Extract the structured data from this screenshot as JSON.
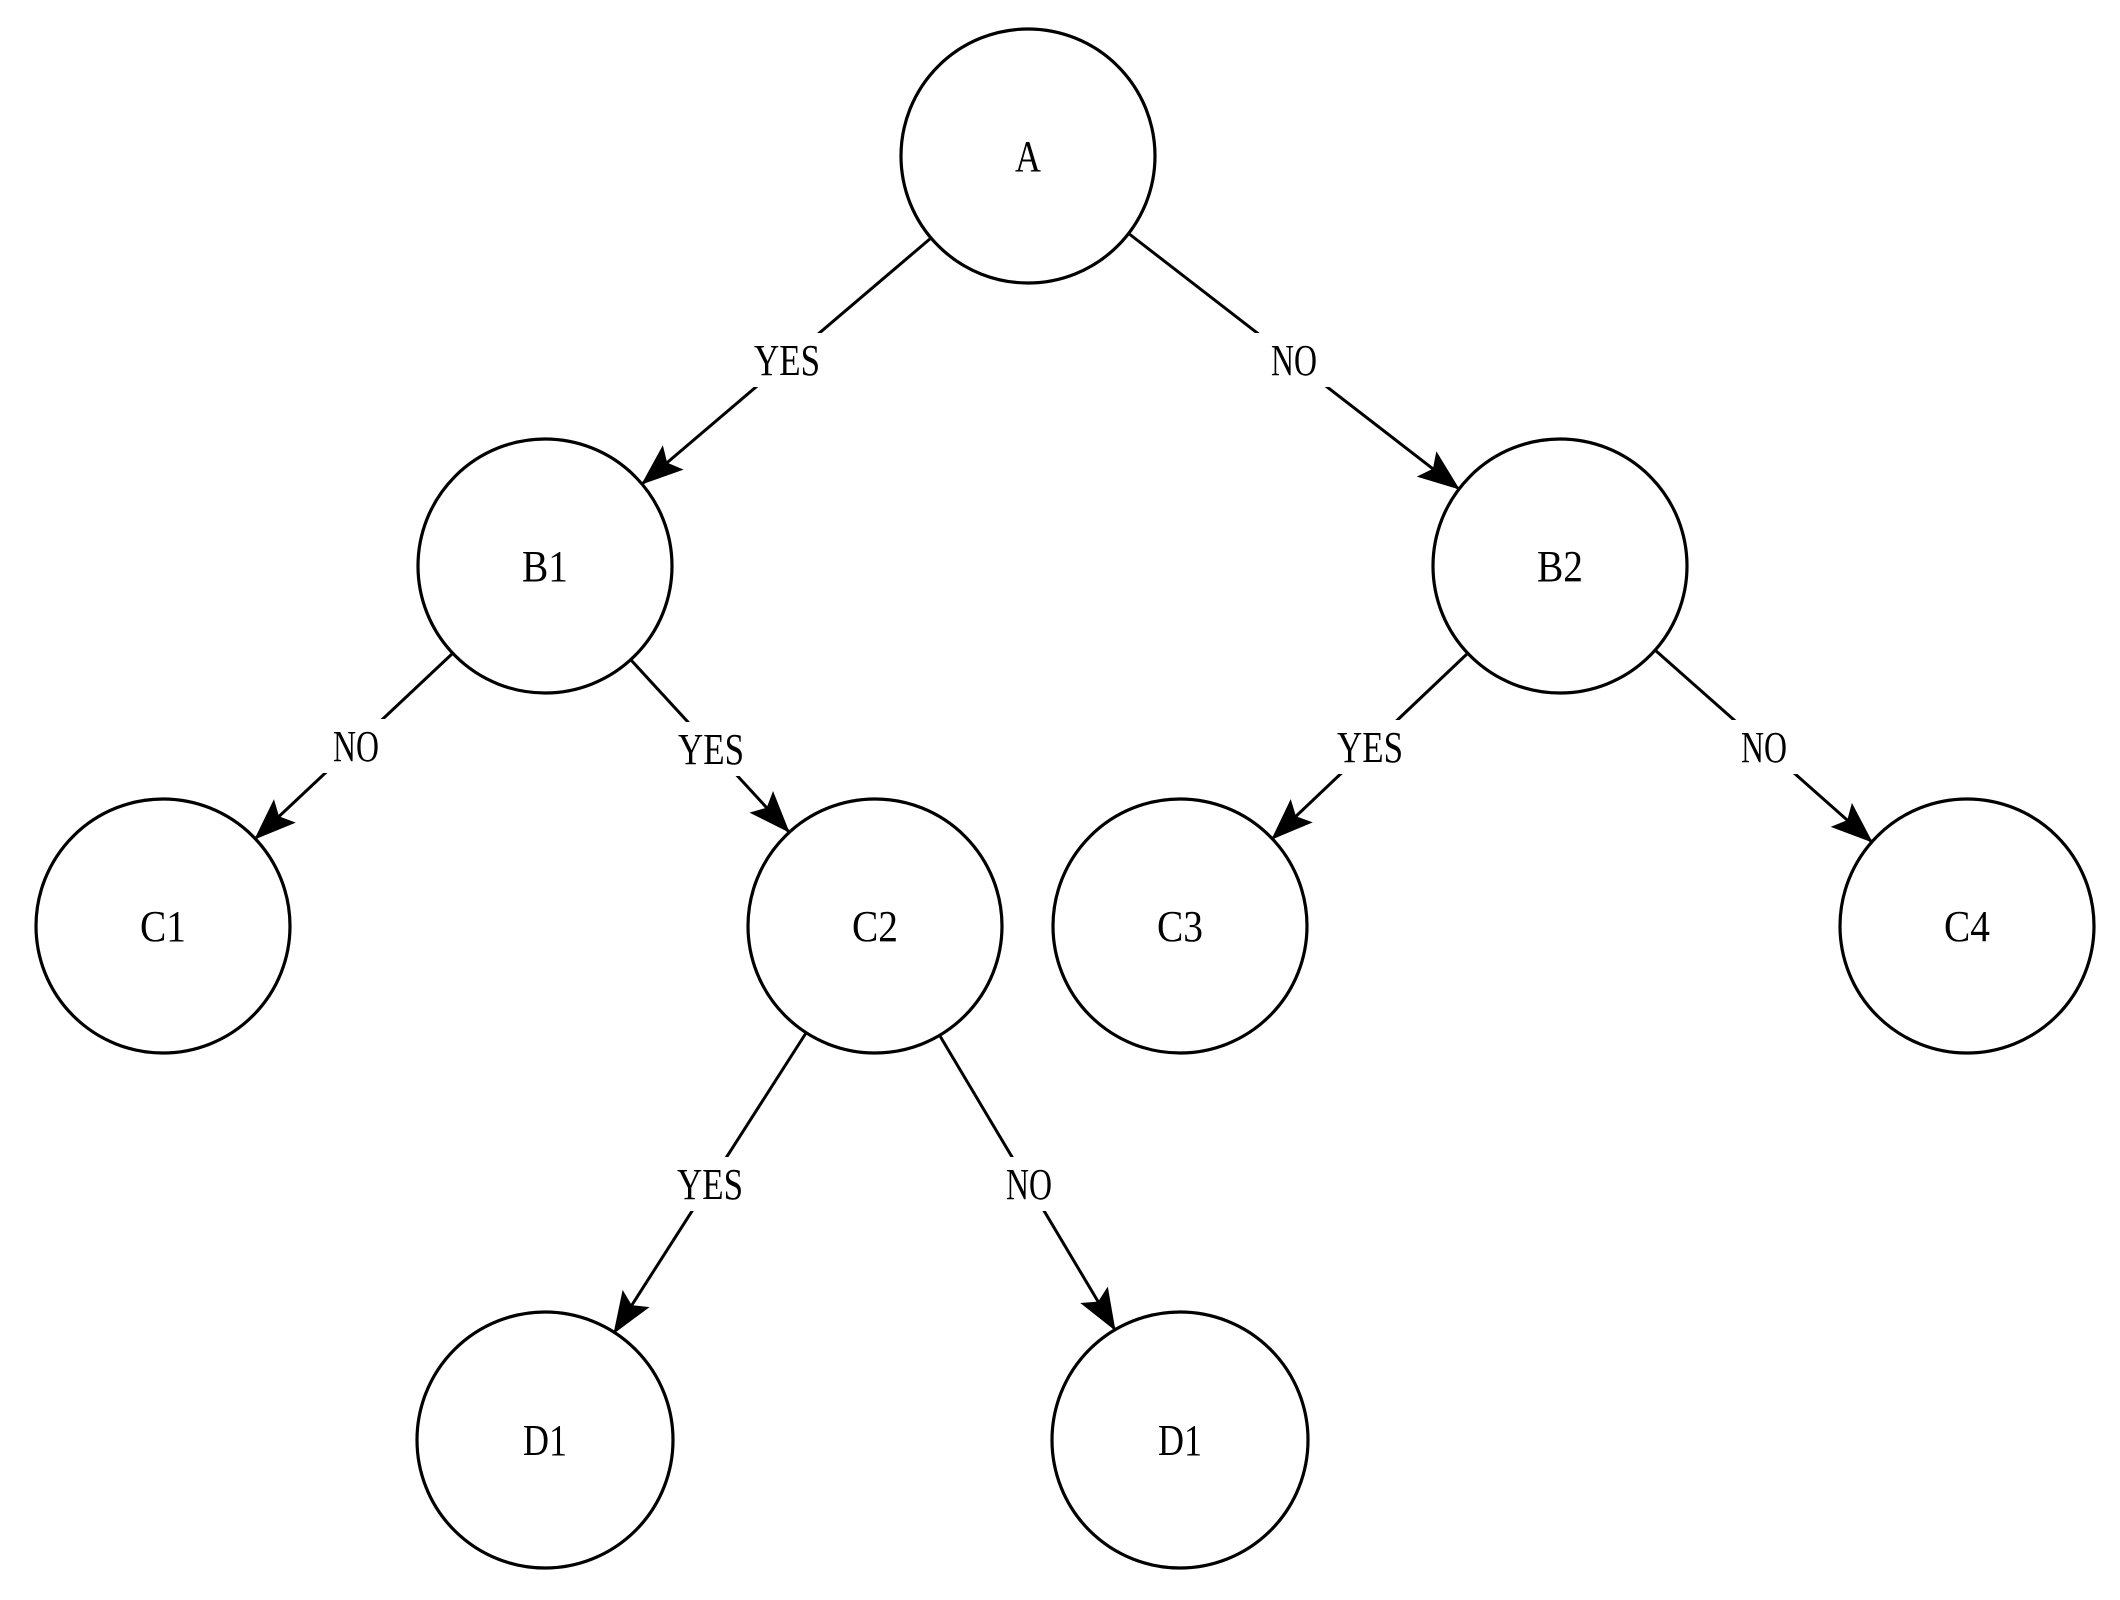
{
  "diagram": {
    "type": "decision-tree",
    "background_color": "#ffffff",
    "line_color": "#000000",
    "nodes": [
      {
        "id": "A",
        "label": "A"
      },
      {
        "id": "B1",
        "label": "B1"
      },
      {
        "id": "B2",
        "label": "B2"
      },
      {
        "id": "C1",
        "label": "C1"
      },
      {
        "id": "C2",
        "label": "C2"
      },
      {
        "id": "C3",
        "label": "C3"
      },
      {
        "id": "C4",
        "label": "C4"
      },
      {
        "id": "D1-left",
        "label": "D1"
      },
      {
        "id": "D1-right",
        "label": "D1"
      }
    ],
    "edges": [
      {
        "from": "A",
        "to": "B1",
        "label": "YES"
      },
      {
        "from": "A",
        "to": "B2",
        "label": "NO"
      },
      {
        "from": "B1",
        "to": "C1",
        "label": "NO"
      },
      {
        "from": "B1",
        "to": "C2",
        "label": "YES"
      },
      {
        "from": "B2",
        "to": "C3",
        "label": "YES"
      },
      {
        "from": "B2",
        "to": "C4",
        "label": "NO"
      },
      {
        "from": "C2",
        "to": "D1-left",
        "label": "YES"
      },
      {
        "from": "C2",
        "to": "D1-right",
        "label": "NO"
      }
    ]
  }
}
